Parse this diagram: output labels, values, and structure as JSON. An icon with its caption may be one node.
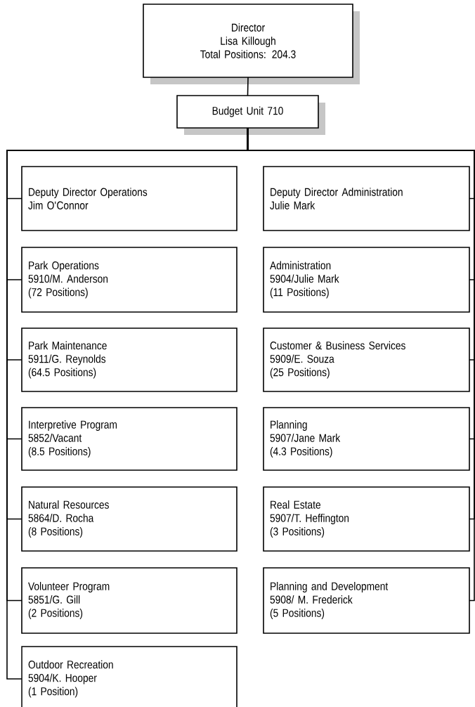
{
  "diagram": {
    "nodes": [
      {
        "text": [
          "Director",
          "Lisa Killough",
          "Total Positions: 204.3"
        ]
      },
      {
        "text": [
          "Budget Unit 710"
        ]
      },
      {
        "text": [
          "Deputy Director Operations",
          "Jim O'Connor"
        ]
      },
      {
        "text": [
          "Deputy Director Administration",
          "Julie Mark"
        ]
      },
      {
        "text": [
          "Park Operations",
          "5910/M. Anderson",
          "(72 Positions)"
        ]
      },
      {
        "text": [
          "Administration",
          "5904/Julie Mark",
          "(11 Positions)"
        ]
      },
      {
        "text": [
          "Park Maintenance",
          "5911/G. Reynolds",
          "(64.5 Positions)"
        ]
      },
      {
        "text": [
          "Customer & Business Services",
          "5909/E. Souza",
          "(25 Positions)"
        ]
      },
      {
        "text": [
          "Interpretive Program",
          "5852/Vacant",
          "(8.5 Positions)"
        ]
      },
      {
        "text": [
          "Planning",
          "5907/Jane Mark",
          "(4.3 Positions)"
        ]
      },
      {
        "text": [
          "Natural Resources",
          "5864/D. Rocha",
          "(8 Positions)"
        ]
      },
      {
        "text": [
          "Real Estate",
          "5907/T. Heffington",
          "(3 Positions)"
        ]
      },
      {
        "text": [
          "Volunteer Program",
          "5851/G. Gill",
          "(2 Positions)"
        ]
      },
      {
        "text": [
          "Planning and Development",
          "5908/ M. Frederick",
          "(5 Positions)"
        ]
      },
      {
        "text": [
          "Outdoor Recreation",
          "5904/K. Hooper",
          "(1 Position)"
        ]
      }
    ],
    "edges": [
      {
        "from": 0,
        "to": 1,
        "arrow": "none"
      },
      {
        "from": 1,
        "to": 2,
        "arrow": "none"
      },
      {
        "from": 1,
        "to": 3,
        "arrow": "none"
      },
      {
        "from": 1,
        "to": 4,
        "arrow": "none"
      },
      {
        "from": 1,
        "to": 5,
        "arrow": "none"
      },
      {
        "from": 1,
        "to": 6,
        "arrow": "none"
      },
      {
        "from": 1,
        "to": 7,
        "arrow": "none"
      },
      {
        "from": 1,
        "to": 8,
        "arrow": "none"
      },
      {
        "from": 1,
        "to": 9,
        "arrow": "none"
      },
      {
        "from": 1,
        "to": 10,
        "arrow": "none"
      },
      {
        "from": 1,
        "to": 11,
        "arrow": "none"
      },
      {
        "from": 1,
        "to": 12,
        "arrow": "none"
      },
      {
        "from": 1,
        "to": 13,
        "arrow": "none"
      },
      {
        "from": 1,
        "to": 14,
        "arrow": "none"
      }
    ]
  }
}
